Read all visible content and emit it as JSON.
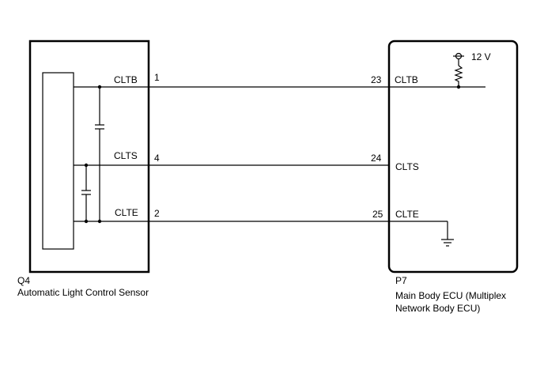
{
  "sensor": {
    "code": "Q4",
    "name": "Automatic Light Control Sensor",
    "pins": [
      {
        "signal": "CLTB",
        "number": "1"
      },
      {
        "signal": "CLTS",
        "number": "4"
      },
      {
        "signal": "CLTE",
        "number": "2"
      }
    ]
  },
  "ecu": {
    "code": "P7",
    "name_line1": "Main Body ECU (Multiplex",
    "name_line2": "Network Body ECU)",
    "supply": "12 V",
    "pins": [
      {
        "signal": "CLTB",
        "number": "23"
      },
      {
        "signal": "CLTS",
        "number": "24"
      },
      {
        "signal": "CLTE",
        "number": "25"
      }
    ]
  },
  "icons": {
    "capacitor": "capacitor-icon",
    "resistor": "resistor-icon",
    "ground": "ground-icon",
    "power": "power-terminal-icon"
  }
}
